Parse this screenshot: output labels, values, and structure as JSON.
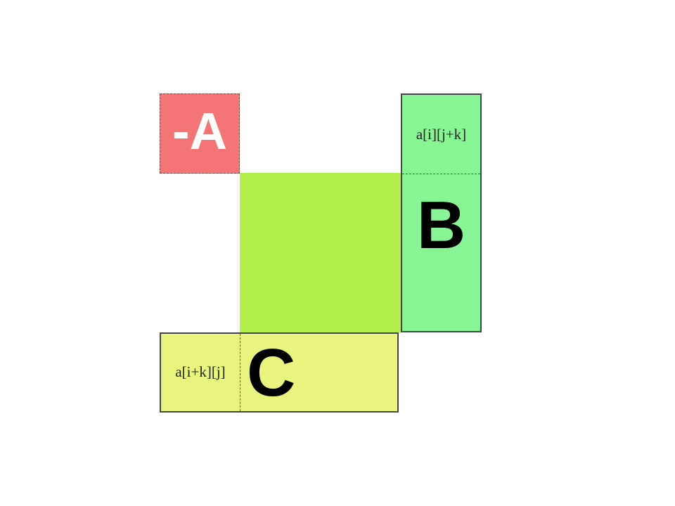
{
  "diagram": {
    "block_a": {
      "label": "-A",
      "color": "#f47373"
    },
    "block_b": {
      "label": "B",
      "cell_label": "a[i][j+k]",
      "color": "#87f593"
    },
    "block_c": {
      "label": "C",
      "cell_label": "a[i+k][j]",
      "color": "#e8f47c"
    },
    "center_block": {
      "color": "#b3f04d"
    }
  }
}
